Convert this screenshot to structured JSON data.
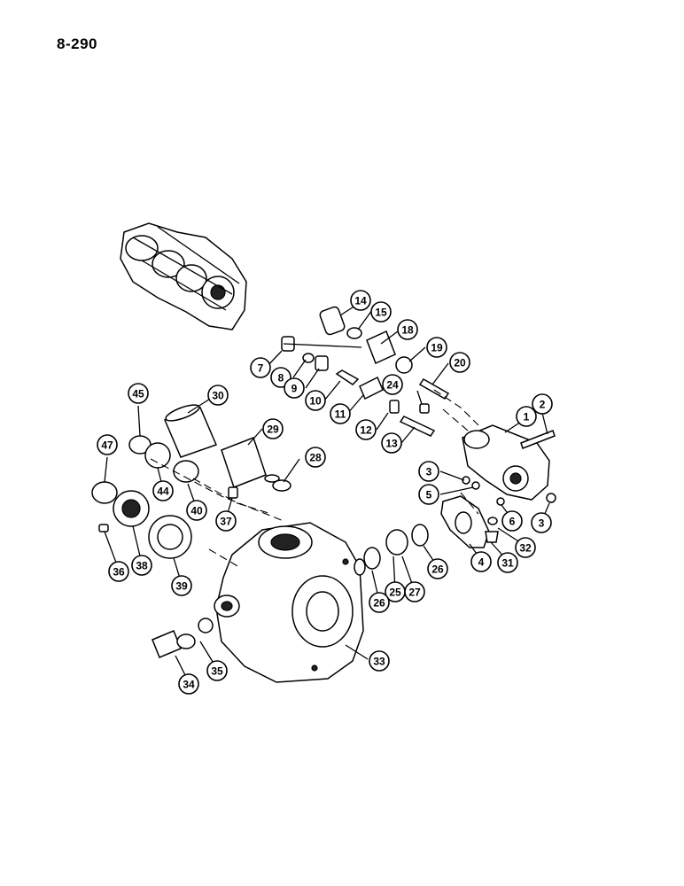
{
  "page_number": "8-290",
  "callouts": [
    {
      "label": "1"
    },
    {
      "label": "2"
    },
    {
      "label": "3"
    },
    {
      "label": "3"
    },
    {
      "label": "4"
    },
    {
      "label": "5"
    },
    {
      "label": "6"
    },
    {
      "label": "7"
    },
    {
      "label": "8"
    },
    {
      "label": "9"
    },
    {
      "label": "10"
    },
    {
      "label": "11"
    },
    {
      "label": "12"
    },
    {
      "label": "13"
    },
    {
      "label": "14"
    },
    {
      "label": "15"
    },
    {
      "label": "18"
    },
    {
      "label": "19"
    },
    {
      "label": "20"
    },
    {
      "label": "24"
    },
    {
      "label": "25"
    },
    {
      "label": "26"
    },
    {
      "label": "26"
    },
    {
      "label": "27"
    },
    {
      "label": "28"
    },
    {
      "label": "29"
    },
    {
      "label": "30"
    },
    {
      "label": "31"
    },
    {
      "label": "32"
    },
    {
      "label": "33"
    },
    {
      "label": "34"
    },
    {
      "label": "35"
    },
    {
      "label": "36"
    },
    {
      "label": "37"
    },
    {
      "label": "38"
    },
    {
      "label": "39"
    },
    {
      "label": "40"
    },
    {
      "label": "44"
    },
    {
      "label": "45"
    },
    {
      "label": "47"
    }
  ]
}
